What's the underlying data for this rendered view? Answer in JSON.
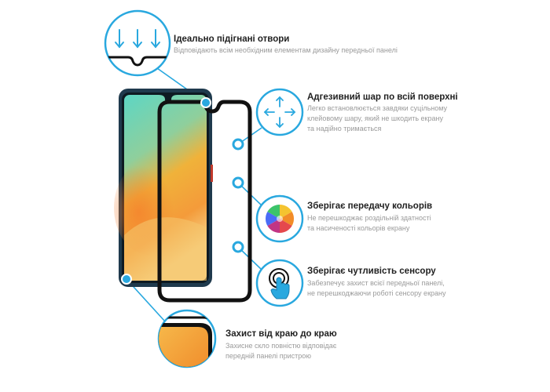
{
  "features": [
    {
      "title": "Ідеально підігнані отвори",
      "desc": [
        "Відповідають всім необхідним елементам дизайну передньої панелі"
      ],
      "icon": "down-arrows-notch-icon"
    },
    {
      "title": "Адгезивний шар по всій поверхні",
      "desc": [
        "Легко встановлюється завдяки суцільному",
        "клейовому шару, який не шкодить екрану",
        "та надійно тримається"
      ],
      "icon": "spread-arrows-icon"
    },
    {
      "title": "Зберігає передачу кольорів",
      "desc": [
        "Не перешкоджає роздільній здатності",
        "та насиченості кольорів екрану"
      ],
      "icon": "color-wheel-icon"
    },
    {
      "title": "Зберігає чутливість сенсору",
      "desc": [
        "Забезпечує захист всієї передньої панелі,",
        "не перешкоджаючи роботі сенсору екрану"
      ],
      "icon": "touch-finger-icon"
    },
    {
      "title": "Захист від краю до краю",
      "desc": [
        "Захисне скло повністю відповідає",
        "передній панелі пристрою"
      ],
      "icon": "edge-corner-icon"
    }
  ],
  "colors": {
    "accent": "#29a8df",
    "frame": "#111111",
    "phone_body": "#1f3a4d"
  }
}
